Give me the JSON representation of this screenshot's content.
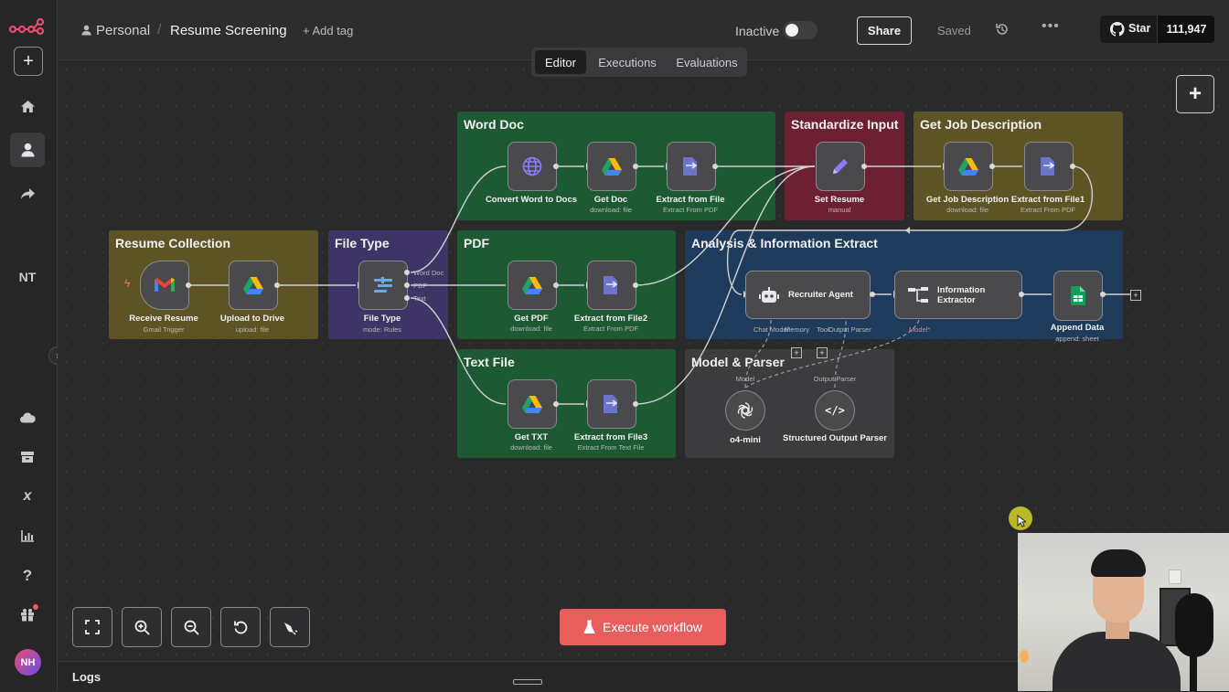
{
  "sidebar": {
    "initials": "NT",
    "avatar": "NH",
    "icons": [
      "plus-icon",
      "home-icon",
      "user-icon",
      "share-icon",
      "cloud-icon",
      "box-icon",
      "variables-icon",
      "chart-icon",
      "help-icon",
      "gift-icon"
    ]
  },
  "header": {
    "project": "Personal",
    "workflow_name": "Resume Screening",
    "add_tag": "+ Add tag",
    "active_label": "Inactive",
    "share_label": "Share",
    "saved_label": "Saved",
    "star_label": "Star",
    "star_count": "111,947"
  },
  "tabs": [
    "Editor",
    "Executions",
    "Evaluations"
  ],
  "groups": {
    "word_doc": "Word Doc",
    "standardize": "Standardize Input",
    "job_desc": "Get Job Description",
    "resume_collection": "Resume Collection",
    "file_type": "File Type",
    "pdf": "PDF",
    "analysis": "Analysis & Information Extract",
    "text_file": "Text File",
    "model_parser": "Model & Parser"
  },
  "nodes": {
    "convert_word": {
      "label": "Convert Word to Docs"
    },
    "get_doc": {
      "label": "Get Doc",
      "sub": "download: file"
    },
    "extract_file": {
      "label": "Extract from File",
      "sub": "Extract From PDF"
    },
    "set_resume": {
      "label": "Set Resume",
      "sub": "manual"
    },
    "get_job_desc": {
      "label": "Get Job Description",
      "sub": "download: file"
    },
    "extract_file1": {
      "label": "Extract from File1",
      "sub": "Extract From PDF"
    },
    "receive_resume": {
      "label": "Receive Resume",
      "sub": "Gmail Trigger"
    },
    "upload_drive": {
      "label": "Upload to Drive",
      "sub": "upload: file"
    },
    "file_type": {
      "label": "File Type",
      "sub": "mode: Rules",
      "outputs": [
        "Word Doc",
        "PDF",
        "Text"
      ]
    },
    "get_pdf": {
      "label": "Get PDF",
      "sub": "download: file"
    },
    "extract_file2": {
      "label": "Extract from File2",
      "sub": "Extract From PDF"
    },
    "recruiter_agent": {
      "label": "Recruiter Agent",
      "ports": [
        "Chat Model",
        "Memory",
        "Tool",
        "Output Parser"
      ]
    },
    "info_extractor": {
      "label": "Information Extractor",
      "port": "Model*"
    },
    "append_data": {
      "label": "Append Data",
      "sub": "append: sheet"
    },
    "get_txt": {
      "label": "Get TXT",
      "sub": "download: file"
    },
    "extract_file3": {
      "label": "Extract from File3",
      "sub": "Extract From Text File"
    },
    "o4_mini": {
      "label": "o4-mini",
      "port": "Model"
    },
    "structured_parser": {
      "label": "Structured Output Parser",
      "port": "Output Parser"
    }
  },
  "execute_label": "Execute workflow",
  "logs_label": "Logs",
  "colors": {
    "group_olive": "#5c5424",
    "group_green": "#1d5a33",
    "group_purple": "#3f3466",
    "group_red": "#6c2032",
    "group_blue": "#1e3b5c",
    "group_gray": "#3c3c3e",
    "execute": "#e85e5c"
  }
}
